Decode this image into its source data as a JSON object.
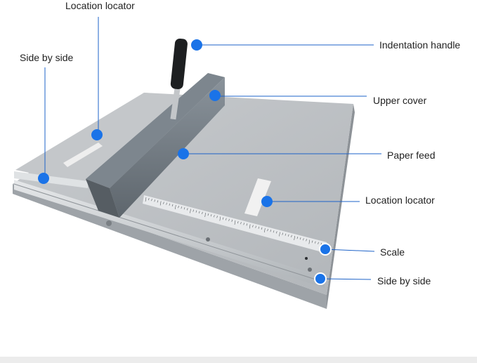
{
  "labels": {
    "location_locator_top": "Location locator",
    "side_by_side_left": "Side by side",
    "indentation_handle": "Indentation handle",
    "upper_cover": "Upper cover",
    "paper_feed": "Paper feed",
    "location_locator_right": "Location locator",
    "scale": "Scale",
    "side_by_side_bottom": "Side by side"
  },
  "colors": {
    "marker": "#1a73e8",
    "leader_line": "#1e63c8",
    "machine_base": "#a9adb1",
    "machine_surface": "#bdc0c3",
    "upper_cover": "#6f7880"
  }
}
